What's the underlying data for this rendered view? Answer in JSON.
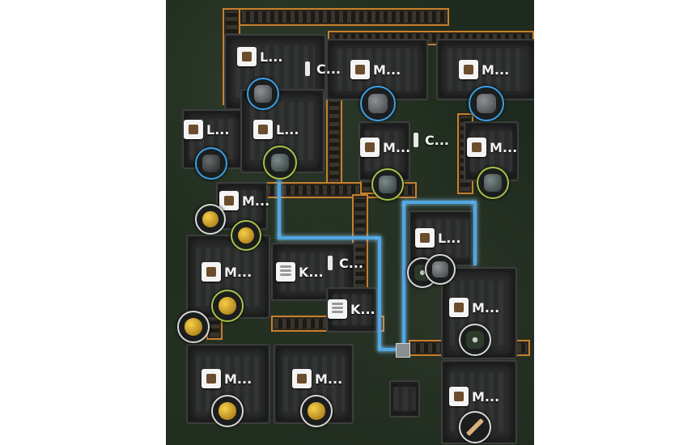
{
  "labels": {
    "lumber_top": "L...",
    "stone_cutter_top": "C...",
    "mill_1": "M...",
    "mill_2": "M...",
    "lumber_left": "L...",
    "lumber_center": "L...",
    "mine_1": "M...",
    "stone_cutter_mid": "C...",
    "mine_2": "M...",
    "mine_3": "M...",
    "lumber_right": "L...",
    "mill_3": "M...",
    "kiln_1": "K...",
    "stone_cutter_low": "C...",
    "kiln_2": "K...",
    "mill_4": "M...",
    "mill_5": "M...",
    "mill_6": "M...",
    "mill_7": "M..."
  },
  "icons": {
    "lumber": "lumber-mill-icon",
    "mill": "mill-icon",
    "mine": "mine-icon",
    "kiln": "kiln-icon",
    "cutter": "stone-cutter-icon",
    "assembler": "assembler-icon"
  },
  "colors": {
    "belt_edge": "#c77f2c",
    "pipe": "#4fa7e6",
    "ring_blue": "#3aa0e8",
    "ring_green": "#a8c24a",
    "ground": "#1e2a1d"
  }
}
